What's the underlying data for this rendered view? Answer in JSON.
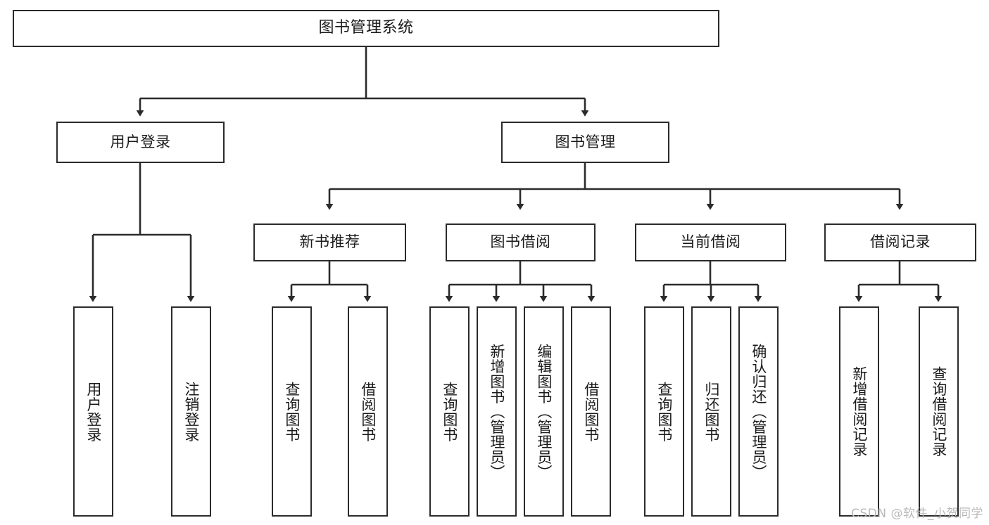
{
  "diagram": {
    "type": "tree",
    "title": "图书管理系统",
    "orientation": "top-down",
    "colors": {
      "stroke": "#2b2b2b",
      "fill": "#ffffff",
      "text": "#1a1a1a",
      "watermark": "#b9b9b9"
    },
    "nodes": {
      "root": {
        "label": "图书管理系统"
      },
      "level2": [
        {
          "id": "user-login",
          "label": "用户登录"
        },
        {
          "id": "book-manage",
          "label": "图书管理"
        }
      ],
      "level3": [
        {
          "id": "new-book-rec",
          "label": "新书推荐"
        },
        {
          "id": "book-borrow",
          "label": "图书借阅"
        },
        {
          "id": "current-borrow",
          "label": "当前借阅"
        },
        {
          "id": "borrow-record",
          "label": "借阅记录"
        }
      ],
      "leaves": {
        "user_login": [
          {
            "id": "leaf-user-login",
            "label": "用户登录"
          },
          {
            "id": "leaf-logout",
            "label": "注销登录"
          }
        ],
        "new_book_rec": [
          {
            "id": "leaf-query-book-1",
            "label": "查询图书"
          },
          {
            "id": "leaf-borrow-book-1",
            "label": "借阅图书"
          }
        ],
        "book_borrow": [
          {
            "id": "leaf-query-book-2",
            "label": "查询图书"
          },
          {
            "id": "leaf-add-book",
            "label": "新增图书（管理员）"
          },
          {
            "id": "leaf-edit-book",
            "label": "编辑图书（管理员）"
          },
          {
            "id": "leaf-borrow-book-2",
            "label": "借阅图书"
          }
        ],
        "current_borrow": [
          {
            "id": "leaf-query-book-3",
            "label": "查询图书"
          },
          {
            "id": "leaf-return-book",
            "label": "归还图书"
          },
          {
            "id": "leaf-confirm-return",
            "label": "确认归还（管理员）"
          }
        ],
        "borrow_record": [
          {
            "id": "leaf-add-record",
            "label": "新增借阅记录"
          },
          {
            "id": "leaf-query-record",
            "label": "查询借阅记录"
          }
        ]
      }
    },
    "edges": [
      {
        "from": "图书管理系统",
        "to": "用户登录"
      },
      {
        "from": "图书管理系统",
        "to": "图书管理"
      },
      {
        "from": "图书管理",
        "to": "新书推荐"
      },
      {
        "from": "图书管理",
        "to": "图书借阅"
      },
      {
        "from": "图书管理",
        "to": "当前借阅"
      },
      {
        "from": "图书管理",
        "to": "借阅记录"
      },
      {
        "from": "用户登录",
        "to": "用户登录"
      },
      {
        "from": "用户登录",
        "to": "注销登录"
      },
      {
        "from": "新书推荐",
        "to": "查询图书"
      },
      {
        "from": "新书推荐",
        "to": "借阅图书"
      },
      {
        "from": "图书借阅",
        "to": "查询图书"
      },
      {
        "from": "图书借阅",
        "to": "新增图书（管理员）"
      },
      {
        "from": "图书借阅",
        "to": "编辑图书（管理员）"
      },
      {
        "from": "图书借阅",
        "to": "借阅图书"
      },
      {
        "from": "当前借阅",
        "to": "查询图书"
      },
      {
        "from": "当前借阅",
        "to": "归还图书"
      },
      {
        "from": "当前借阅",
        "to": "确认归还（管理员）"
      },
      {
        "from": "借阅记录",
        "to": "新增借阅记录"
      },
      {
        "from": "借阅记录",
        "to": "查询借阅记录"
      }
    ]
  },
  "watermark": {
    "text": "CSDN @软件_小贺同学"
  }
}
